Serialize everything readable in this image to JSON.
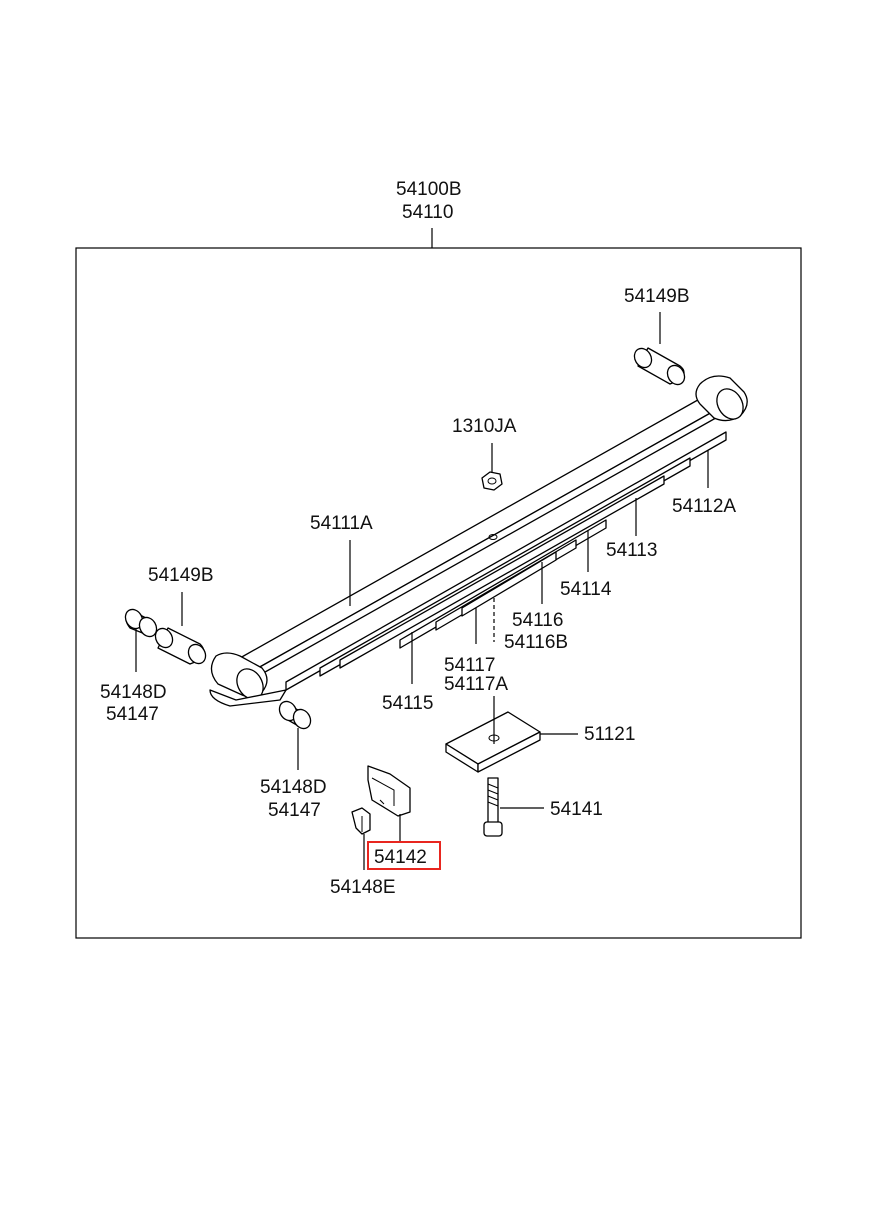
{
  "labels": {
    "assembly_1": "54100B",
    "assembly_2": "54110",
    "bushing_top": "54149B",
    "nut": "1310JA",
    "leaf_main": "54111A",
    "leaf_2": "54112A",
    "leaf_3": "54113",
    "leaf_4": "54114",
    "leaf_6a": "54116",
    "leaf_6b": "54116B",
    "leaf_7a": "54117",
    "leaf_7b": "54117A",
    "leaf_5": "54115",
    "bushing_left": "54149B",
    "bush_left_1": "54148D",
    "bush_left_2": "54147",
    "bush_lower_1": "54148D",
    "bush_lower_2": "54147",
    "pad": "51121",
    "bolt": "54141",
    "clip": "54142",
    "clip_small": "54148E"
  },
  "colors": {
    "highlight": "#e8261f",
    "line": "#000000",
    "text": "#111111"
  }
}
